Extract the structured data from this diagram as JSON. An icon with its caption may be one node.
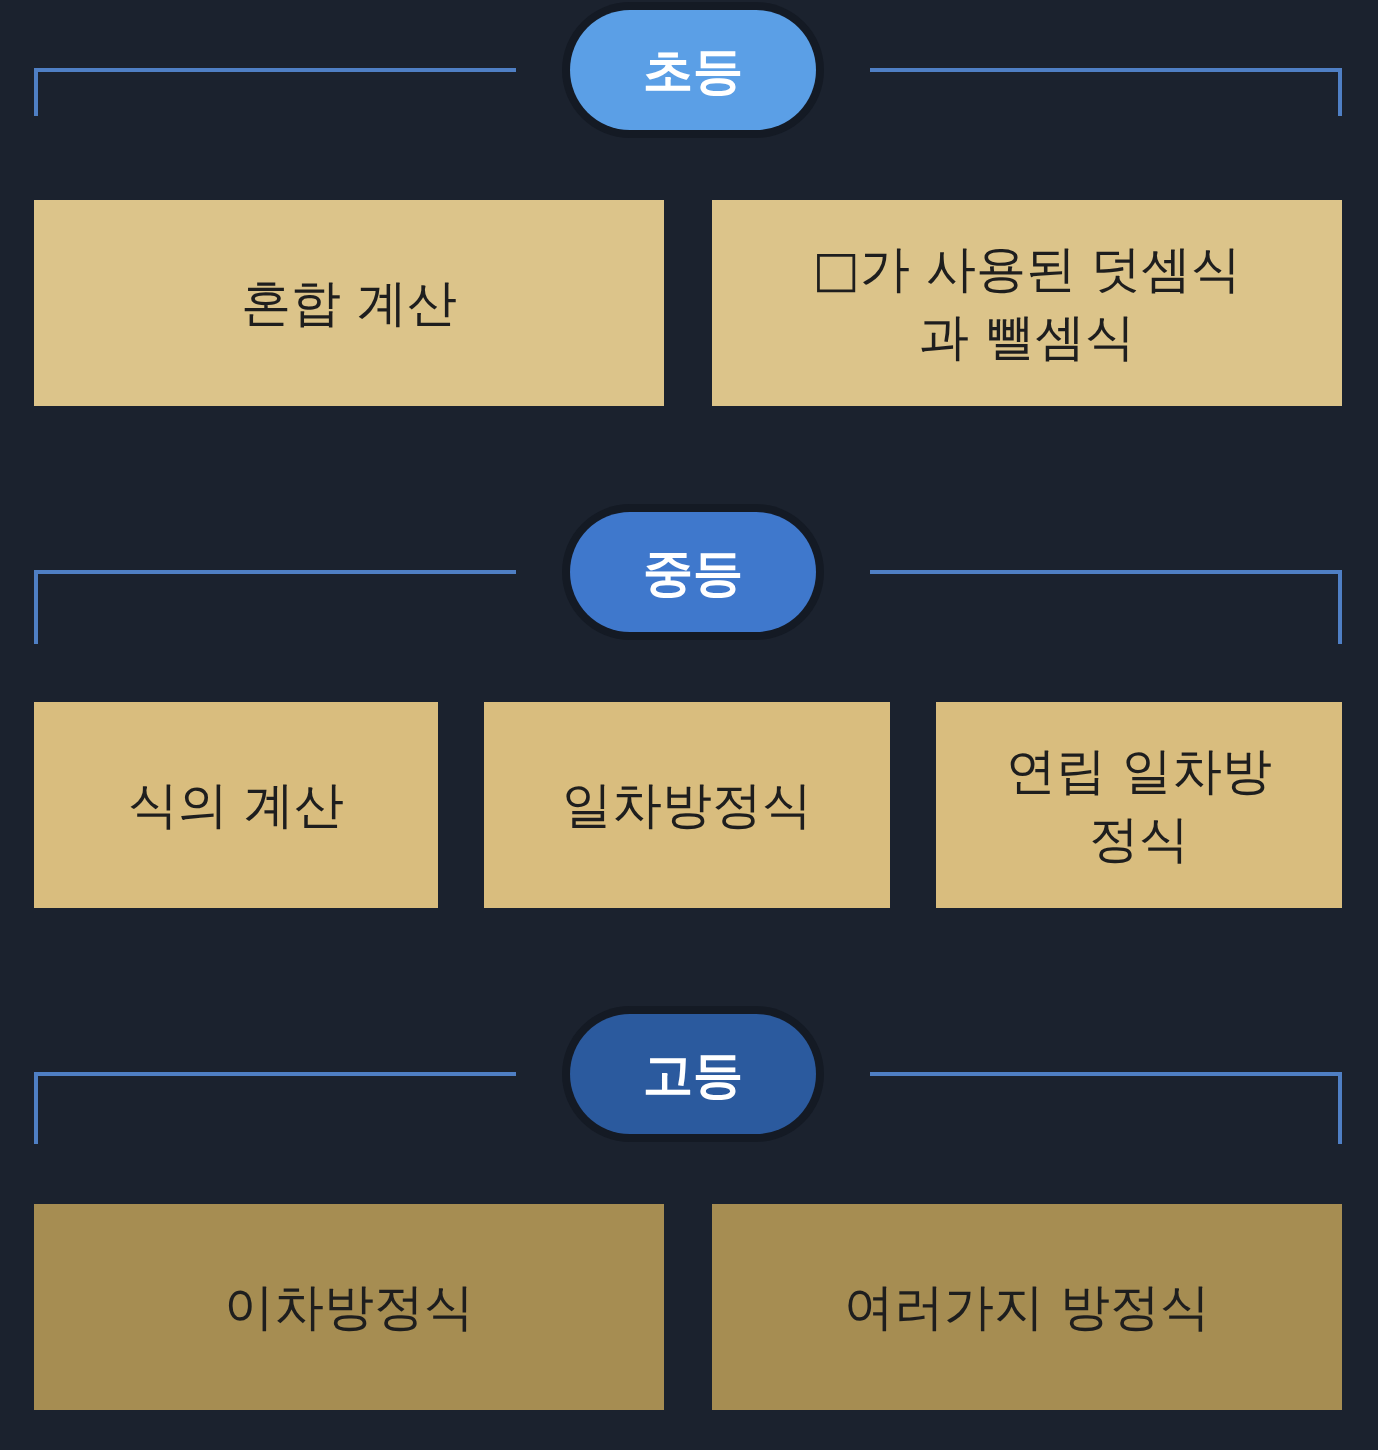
{
  "diagram": {
    "nodes": [
      {
        "text": [
          "초등"
        ]
      },
      {
        "text": [
          "혼합 계산"
        ]
      },
      {
        "text": [
          "□가 사용된 덧셈식과 뺄셈식"
        ]
      },
      {
        "text": [
          "중등"
        ]
      },
      {
        "text": [
          "식의 계산"
        ]
      },
      {
        "text": [
          "일차방정식"
        ]
      },
      {
        "text": [
          "연립 일차방정식"
        ]
      },
      {
        "text": [
          "고등"
        ]
      },
      {
        "text": [
          "이차방정식"
        ]
      },
      {
        "text": [
          "여러가지 방정식"
        ]
      }
    ]
  }
}
